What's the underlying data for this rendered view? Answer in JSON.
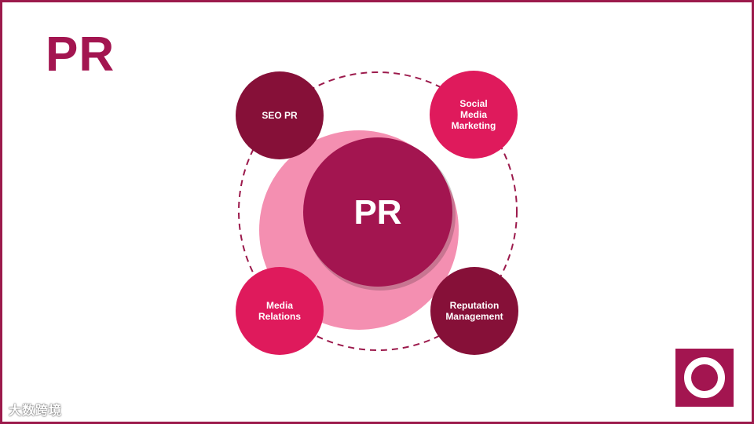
{
  "slide": {
    "title": "PR"
  },
  "diagram": {
    "center_label": "PR",
    "nodes": [
      {
        "id": "seo-pr",
        "label": "SEO PR",
        "color": "#861038"
      },
      {
        "id": "social-media-marketing",
        "label": "Social\nMedia\nMarketing",
        "color": "#df1a5c"
      },
      {
        "id": "media-relations",
        "label": "Media\nRelations",
        "color": "#df1a5c"
      },
      {
        "id": "reputation-management",
        "label": "Reputation\nManagement",
        "color": "#861038"
      }
    ]
  },
  "colors": {
    "accent": "#a31550",
    "dark_node": "#861038",
    "bright_node": "#df1a5c",
    "pink_arc": "#f48fb1",
    "dashed_ring": "#9c1a4c"
  },
  "watermark": {
    "text": "大数跨境"
  },
  "logo": {
    "icon": "ring-logo-icon"
  }
}
